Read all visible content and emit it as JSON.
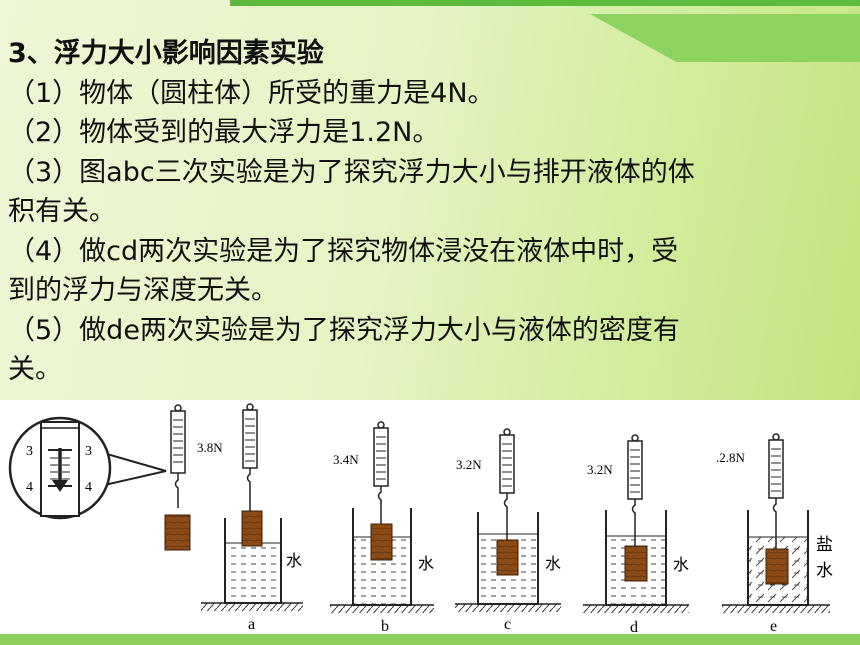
{
  "title": "3、浮力大小影响因素实验",
  "lines": [
    "（1）物体（圆柱体）所受的重力是4N。",
    "（2）物体受到的最大浮力是1.2N。",
    "（3）图abc三次实验是为了探究浮力大小与排开液体的体",
    "积有关。",
    "（4）做cd两次实验是为了探究物体浸没在液体中时，受",
    "到的浮力与深度无关。",
    "（5）做de两次实验是为了探究浮力大小与液体的密度有",
    "关。"
  ],
  "figure": {
    "zoom_ticks": [
      "3",
      "4",
      "3",
      "4"
    ],
    "panels": [
      {
        "id": "a",
        "reading": "3.8N",
        "liquid": "水"
      },
      {
        "id": "b",
        "reading": "3.4N",
        "liquid": "水"
      },
      {
        "id": "c",
        "reading": "3.2N",
        "liquid": "水"
      },
      {
        "id": "d",
        "reading": "3.2N",
        "liquid": "水"
      },
      {
        "id": "e",
        "reading": ".2.8N",
        "liquid_line1": "盐",
        "liquid_line2": "水"
      }
    ]
  },
  "colors": {
    "accent_green": "#5cbb3e",
    "block_brown": "#8b4a16"
  }
}
